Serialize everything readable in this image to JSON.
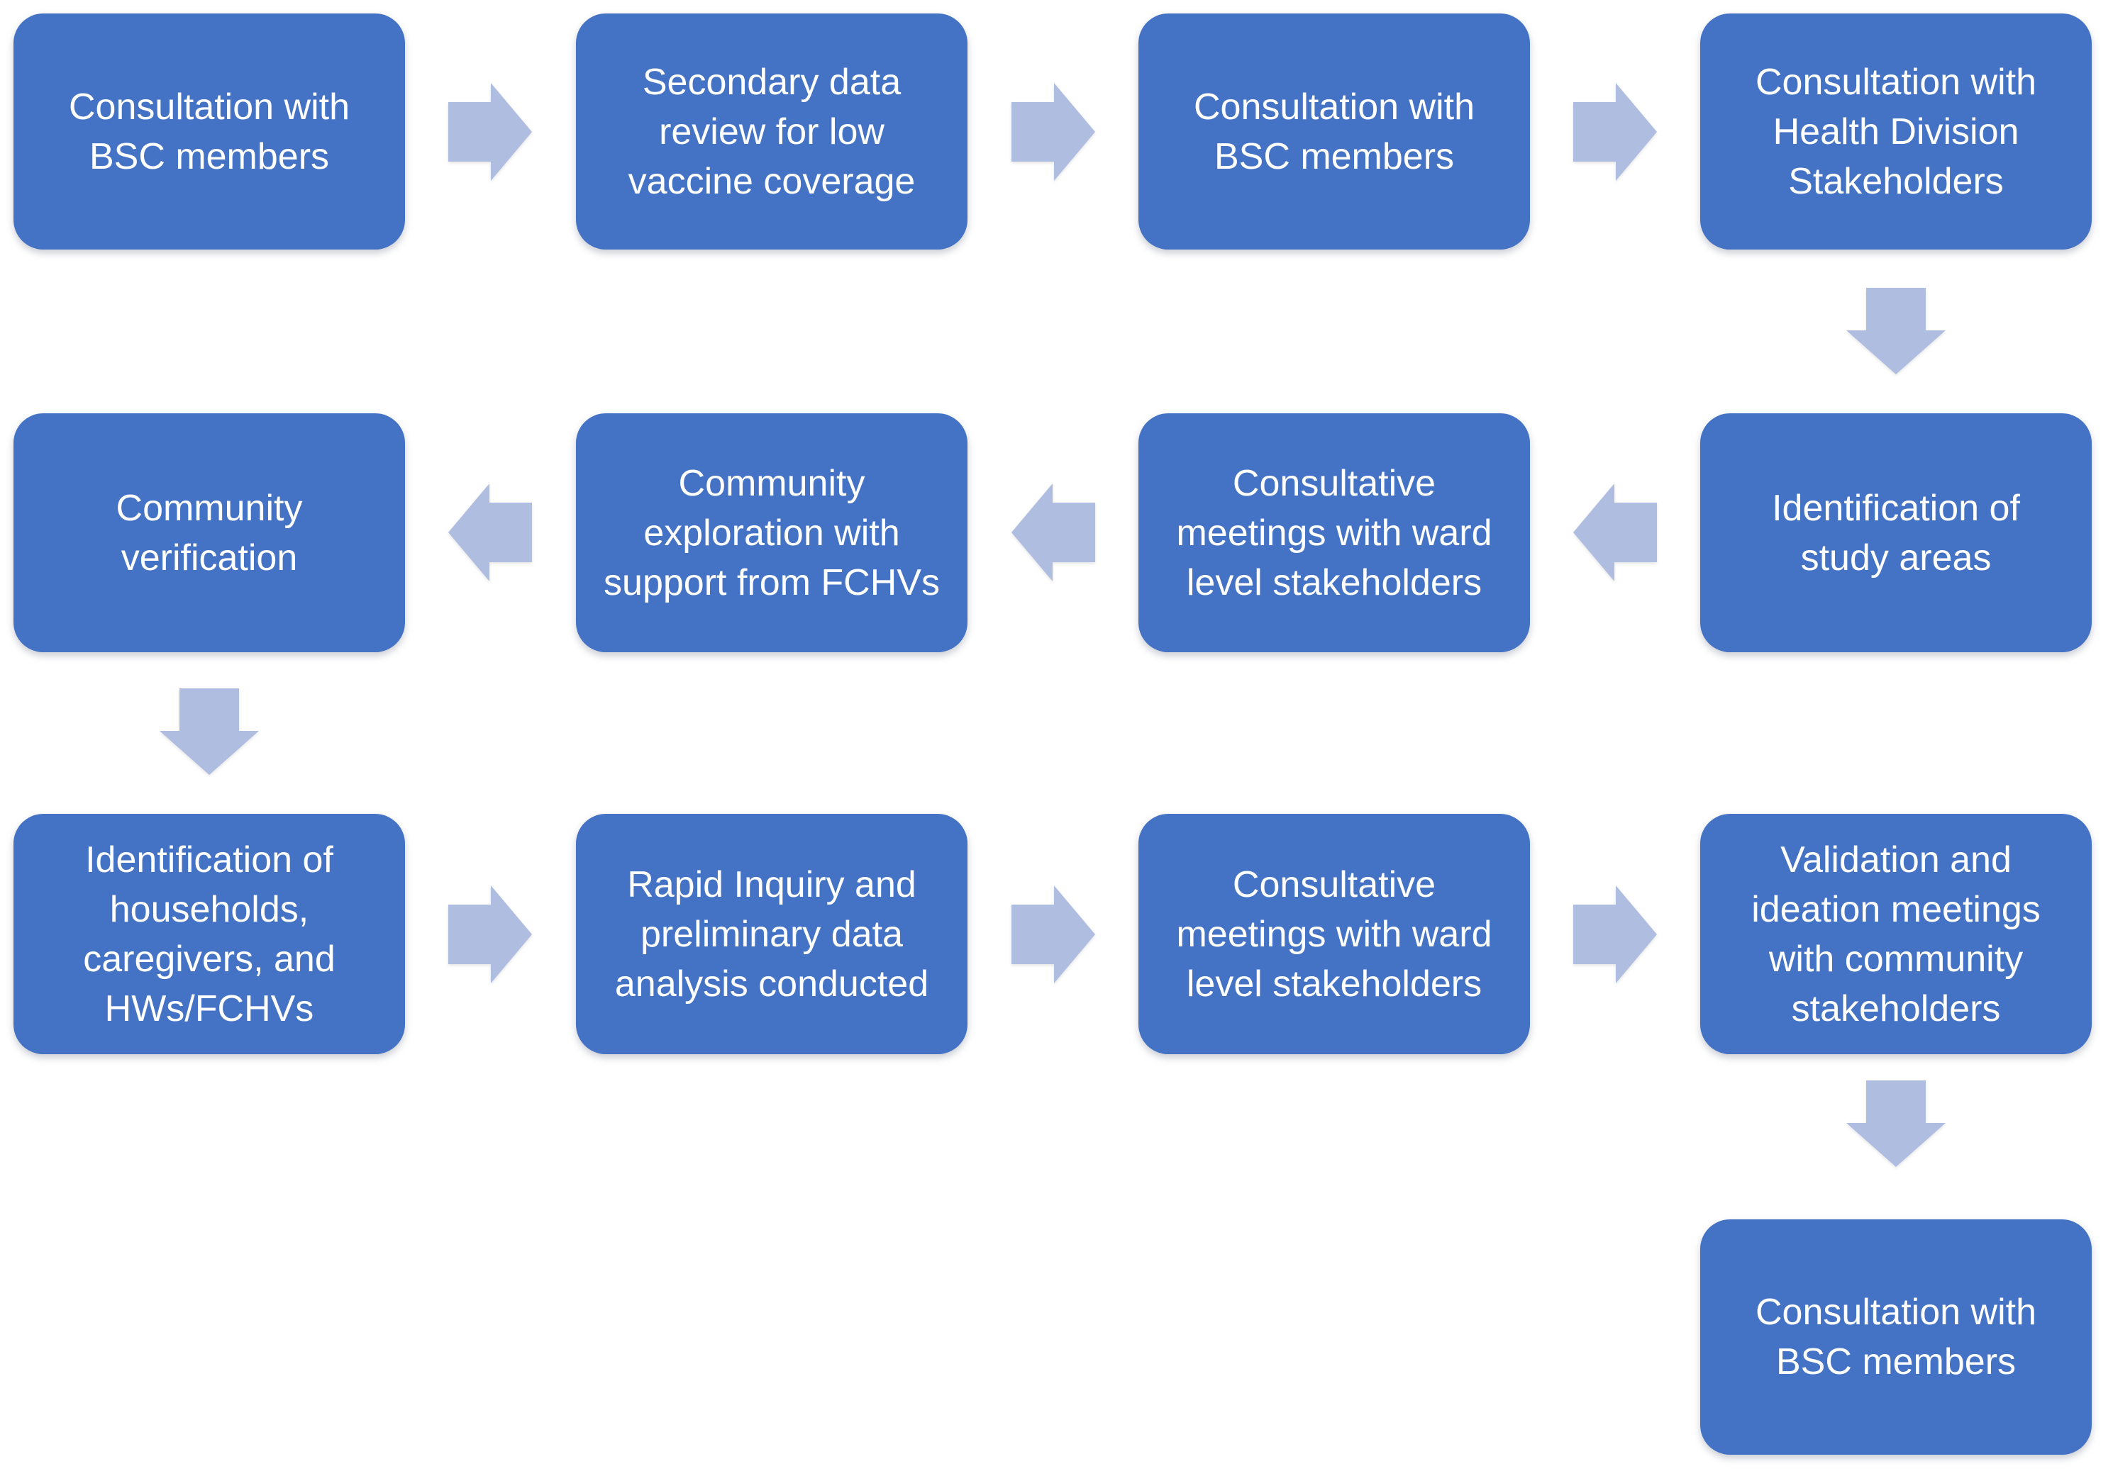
{
  "diagram": {
    "type": "flowchart",
    "background_color": "#FFFFFF",
    "colors": {
      "box_fill": "#4472C4",
      "box_text": "#FFFFFF",
      "arrow_fill": "#AFBDE1"
    },
    "icons": {
      "arrow_right": "block-arrow-right",
      "arrow_left": "block-arrow-left",
      "arrow_down": "block-arrow-down"
    },
    "boxes": [
      {
        "id": "step-1",
        "row": 1,
        "col": 1,
        "label": "Consultation with BSC members"
      },
      {
        "id": "step-2",
        "row": 1,
        "col": 2,
        "label": "Secondary data review for low vaccine coverage"
      },
      {
        "id": "step-3",
        "row": 1,
        "col": 3,
        "label": "Consultation with BSC members"
      },
      {
        "id": "step-4",
        "row": 1,
        "col": 4,
        "label": "Consultation with Health Division Stakeholders"
      },
      {
        "id": "step-5",
        "row": 2,
        "col": 4,
        "label": "Identification of study areas"
      },
      {
        "id": "step-6",
        "row": 2,
        "col": 3,
        "label": "Consultative meetings with ward level stakeholders"
      },
      {
        "id": "step-7",
        "row": 2,
        "col": 2,
        "label": "Community exploration with support from FCHVs"
      },
      {
        "id": "step-8",
        "row": 2,
        "col": 1,
        "label": "Community verification"
      },
      {
        "id": "step-9",
        "row": 3,
        "col": 1,
        "label": "Identification of households, caregivers, and HWs/FCHVs"
      },
      {
        "id": "step-10",
        "row": 3,
        "col": 2,
        "label": "Rapid Inquiry and preliminary data analysis conducted"
      },
      {
        "id": "step-11",
        "row": 3,
        "col": 3,
        "label": "Consultative meetings with ward level stakeholders"
      },
      {
        "id": "step-12",
        "row": 3,
        "col": 4,
        "label": "Validation and ideation meetings with community stakeholders"
      },
      {
        "id": "step-13",
        "row": 4,
        "col": 4,
        "label": "Consultation with BSC members"
      }
    ],
    "connections": [
      {
        "from": "step-1",
        "to": "step-2",
        "direction": "right"
      },
      {
        "from": "step-2",
        "to": "step-3",
        "direction": "right"
      },
      {
        "from": "step-3",
        "to": "step-4",
        "direction": "right"
      },
      {
        "from": "step-4",
        "to": "step-5",
        "direction": "down"
      },
      {
        "from": "step-5",
        "to": "step-6",
        "direction": "left"
      },
      {
        "from": "step-6",
        "to": "step-7",
        "direction": "left"
      },
      {
        "from": "step-7",
        "to": "step-8",
        "direction": "left"
      },
      {
        "from": "step-8",
        "to": "step-9",
        "direction": "down"
      },
      {
        "from": "step-9",
        "to": "step-10",
        "direction": "right"
      },
      {
        "from": "step-10",
        "to": "step-11",
        "direction": "right"
      },
      {
        "from": "step-11",
        "to": "step-12",
        "direction": "right"
      },
      {
        "from": "step-12",
        "to": "step-13",
        "direction": "down"
      }
    ]
  }
}
